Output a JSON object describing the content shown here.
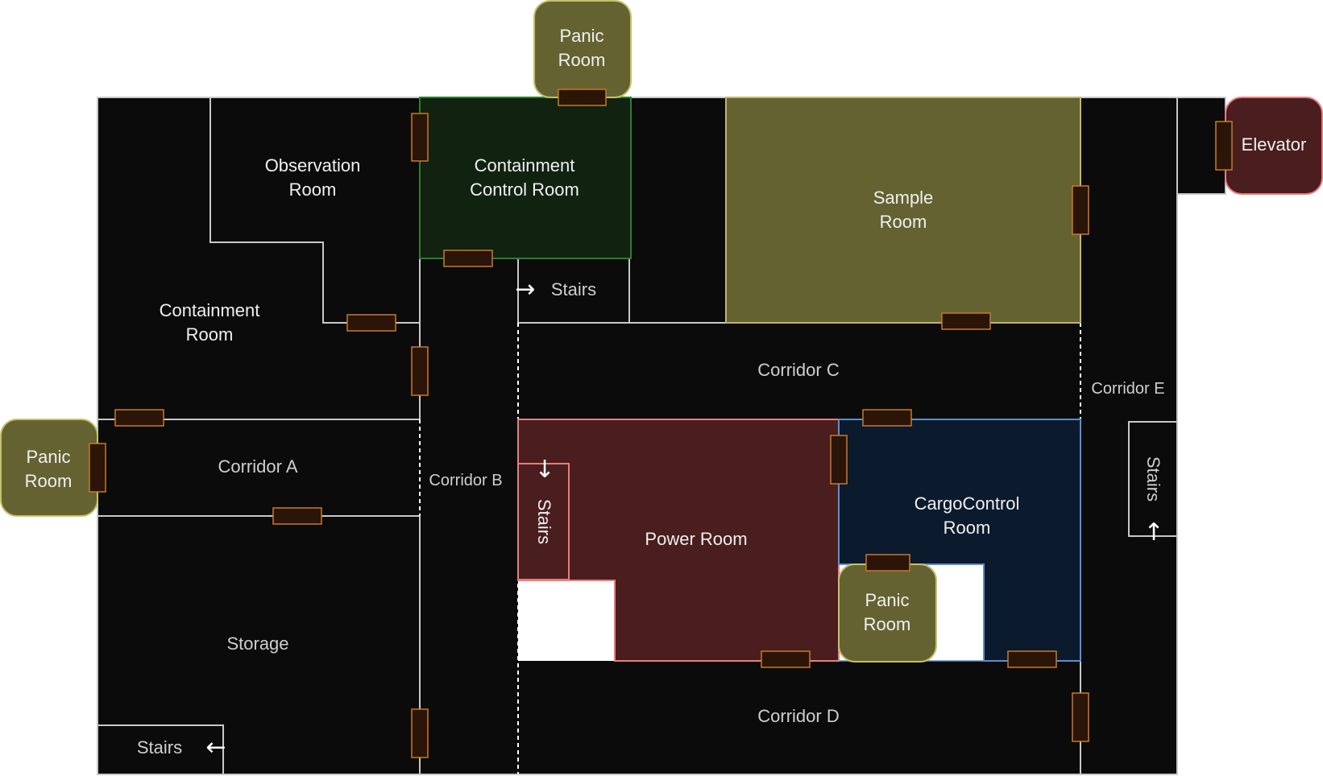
{
  "colors": {
    "floor": "#0b0b0b",
    "wall": "#c8c8c8",
    "door_fill": "#2b1408",
    "door_stroke": "#c77a2a",
    "panic_fill": "#656232",
    "panic_stroke": "#c4c26b",
    "containment_control_fill": "#112211",
    "containment_control_stroke": "#2e7d2e",
    "sample_fill": "#656232",
    "sample_stroke": "#bdb86a",
    "power_fill": "#4a1e1e",
    "power_stroke": "#e87e7e",
    "cargo_fill": "#0c1a2e",
    "cargo_stroke": "#5b8fcf",
    "elevator_fill": "#4a1e1e",
    "elevator_stroke": "#e87e7e"
  },
  "rooms": {
    "observation": "Observation\nRoom",
    "containment_control": "Containment\nControl Room",
    "containment": "Containment\nRoom",
    "sample": "Sample\nRoom",
    "elevator": "Elevator",
    "corridor_a": "Corridor A",
    "corridor_b": "Corridor B",
    "corridor_c": "Corridor C",
    "corridor_d": "Corridor D",
    "corridor_e": "Corridor E",
    "power": "Power Room",
    "cargo_control": "CargoControl\nRoom",
    "storage": "Storage",
    "panic_top": "Panic\nRoom",
    "panic_left": "Panic\nRoom",
    "panic_bottom": "Panic\nRoom"
  },
  "stairs": {
    "top": "Stairs",
    "power": "Stairs",
    "right": "Stairs",
    "bottom_left": "Stairs"
  },
  "arrows": {
    "top": "→",
    "power": "↓",
    "right": "↑",
    "bottom_left": "←"
  }
}
